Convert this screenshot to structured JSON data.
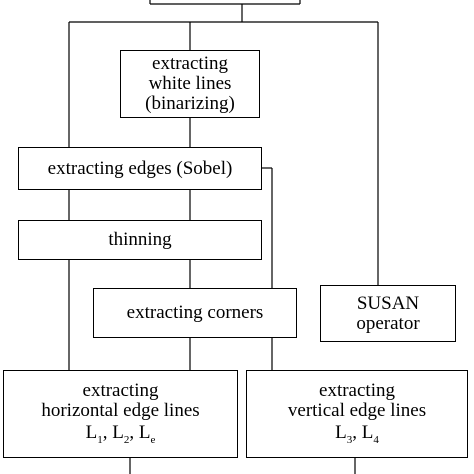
{
  "diagram": {
    "nodes": {
      "binarize": {
        "lines": [
          "extracting",
          "white lines",
          "(binarizing)"
        ]
      },
      "sobel": {
        "lines": [
          "extracting edges (Sobel)"
        ]
      },
      "thinning": {
        "lines": [
          "thinning"
        ]
      },
      "corners": {
        "lines": [
          "extracting corners"
        ]
      },
      "susan": {
        "lines": [
          "SUSAN",
          "operator"
        ]
      },
      "horizontal": {
        "lines": [
          "extracting",
          "horizontal edge lines"
        ],
        "math": [
          {
            "base": "L",
            "sub": "1"
          },
          {
            "base": "L",
            "sub": "2"
          },
          {
            "base": "L",
            "sub": "e"
          }
        ]
      },
      "vertical": {
        "lines": [
          "extracting",
          "vertical edge lines"
        ],
        "math": [
          {
            "base": "L",
            "sub": "3"
          },
          {
            "base": "L",
            "sub": "4"
          }
        ]
      }
    },
    "math_separator": ",  "
  }
}
